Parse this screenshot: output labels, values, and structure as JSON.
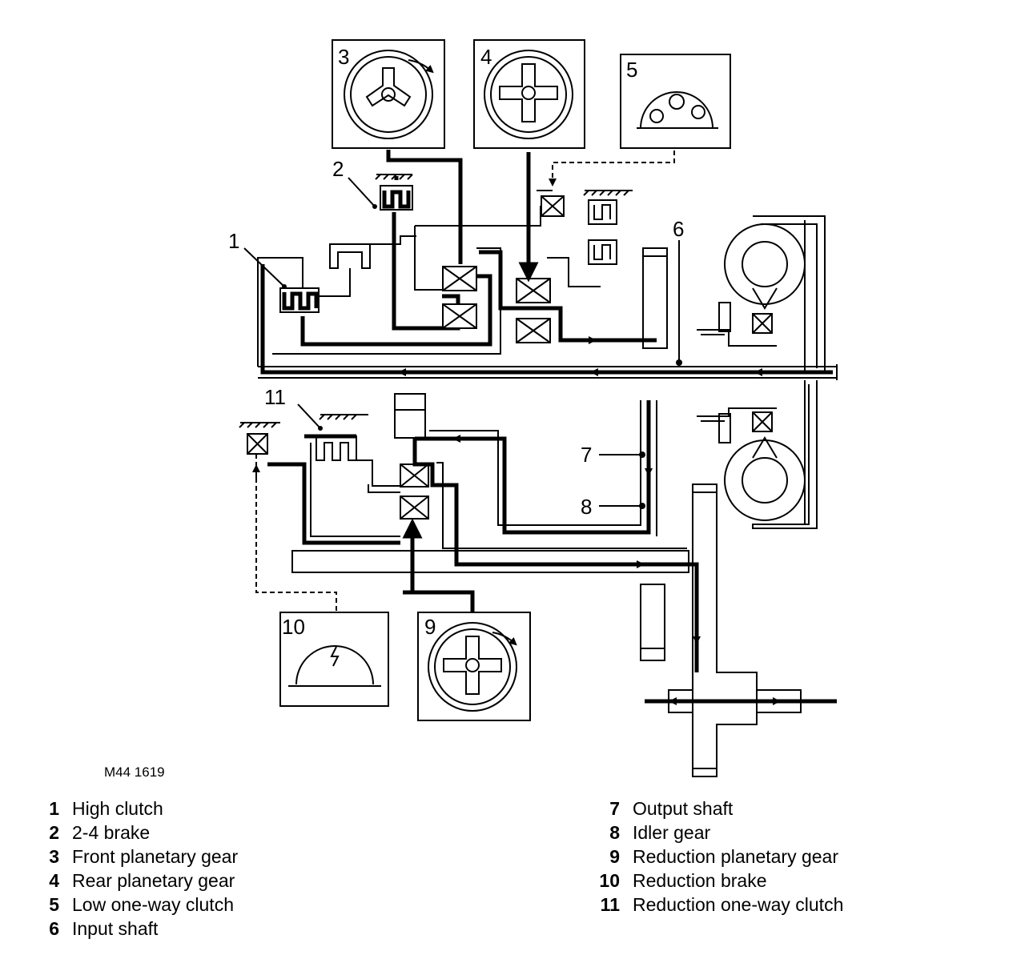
{
  "figure_code": "M44 1619",
  "callouts": [
    "1",
    "2",
    "3",
    "4",
    "5",
    "6",
    "7",
    "8",
    "9",
    "10",
    "11"
  ],
  "legend_left": [
    {
      "num": "1",
      "label": "High clutch"
    },
    {
      "num": "2",
      "label": "2-4 brake"
    },
    {
      "num": "3",
      "label": "Front planetary gear"
    },
    {
      "num": "4",
      "label": "Rear planetary gear"
    },
    {
      "num": "5",
      "label": "Low one-way clutch"
    },
    {
      "num": "6",
      "label": "Input shaft"
    }
  ],
  "legend_right": [
    {
      "num": "7",
      "label": "Output shaft"
    },
    {
      "num": "8",
      "label": "Idler gear"
    },
    {
      "num": "9",
      "label": "Reduction planetary gear"
    },
    {
      "num": "10",
      "label": "Reduction brake"
    },
    {
      "num": "11",
      "label": "Reduction one-way clutch"
    }
  ]
}
